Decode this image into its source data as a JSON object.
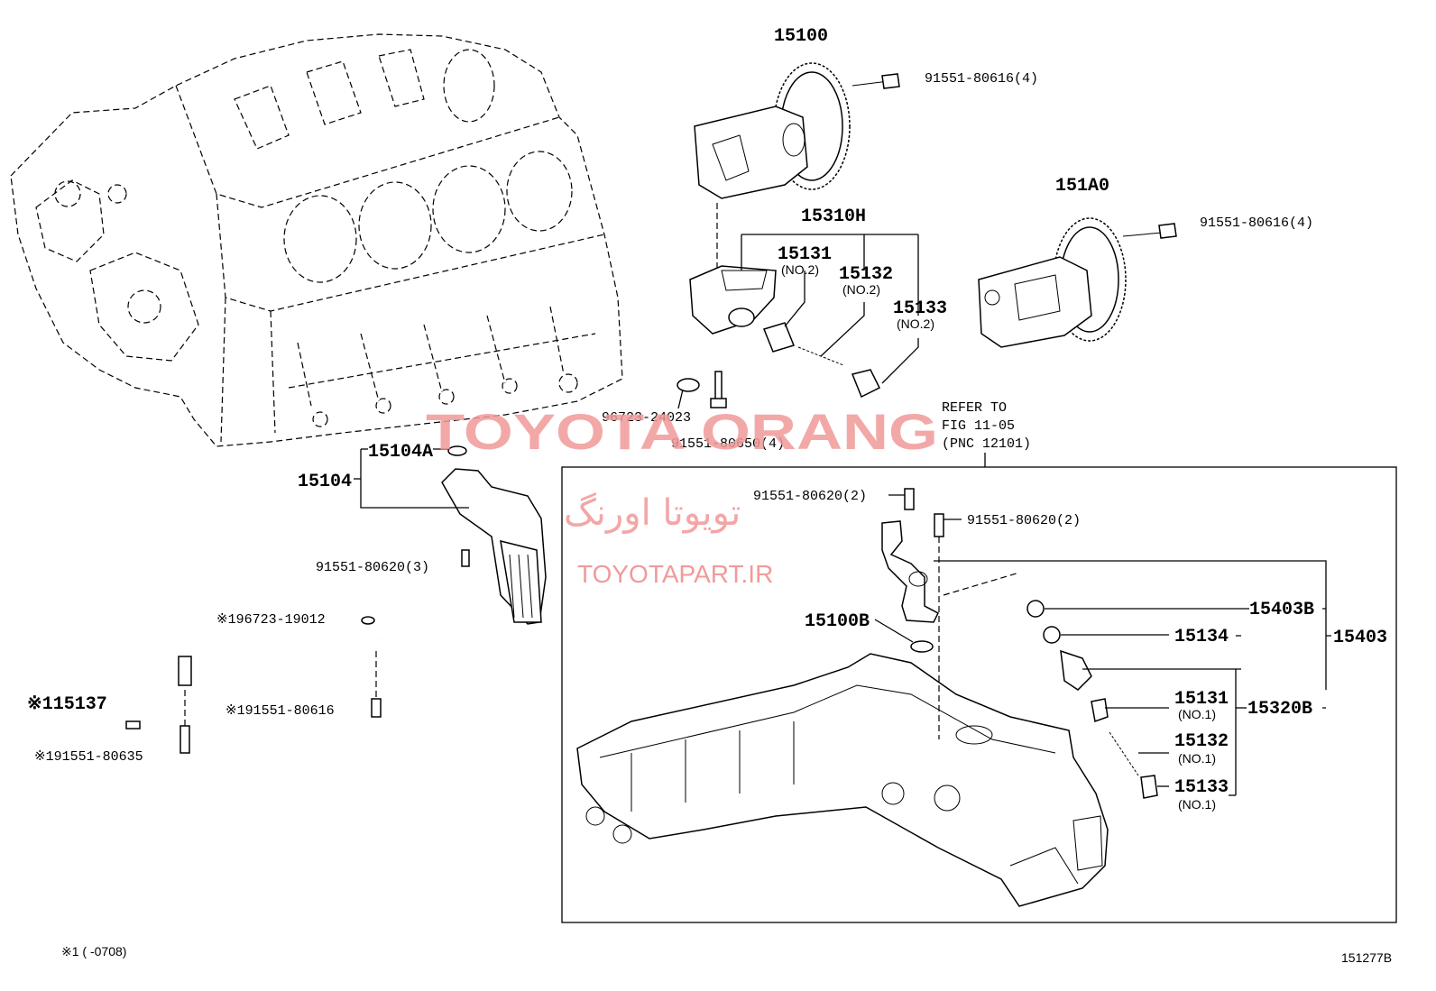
{
  "watermark": {
    "brand": "TOYOTA ORANG",
    "persian": "تویوتا اورنگ",
    "url": "TOYOTAPART.IR"
  },
  "labels": {
    "oil_pump_15100": "15100",
    "bolt_top": "91551-80616(4)",
    "pump_151A0": "151A0",
    "bolt_right": "91551-80616(4)",
    "set_15310H": "15310H",
    "valve_15131": "15131",
    "valve_15131_note": "(NO.2)",
    "spring_15132": "15132",
    "spring_15132_note": "(NO.2)",
    "plug_15133": "15133",
    "plug_15133_note": "(NO.2)",
    "gasket_96723": "96723-24023",
    "bolt_80650": "91551-80650(4)",
    "refer_line1": "REFER TO",
    "refer_line2": "FIG 11-05",
    "refer_line3": "(PNC 12101)",
    "oring_15104A": "15104A",
    "strainer_15104": "15104",
    "bolt_80620_3": "91551-80620(3)",
    "bolt_80620_2a": "91551-80620(2)",
    "bolt_80620_2b": "91551-80620(2)",
    "gasket_19012": "※196723-19012",
    "pipe_15137": "※115137",
    "bolt_80616_s": "※191551-80616",
    "bolt_80635": "※191551-80635",
    "pan_15100B": "15100B",
    "oring_15403B": "15403B",
    "assy_15403": "15403",
    "ring_15134": "15134",
    "valve_15131_no1": "15131",
    "valve_15131_no1_note": "(NO.1)",
    "set_15320B": "15320B",
    "spring_15132_no1": "15132",
    "spring_15132_no1_note": "(NO.1)",
    "plug_15133_no1": "15133",
    "plug_15133_no1_note": "(NO.1)",
    "footnote": "※1 (     -0708)",
    "figure_code": "151277B"
  }
}
